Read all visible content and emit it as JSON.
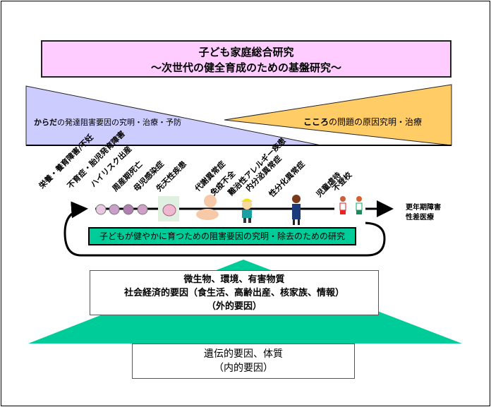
{
  "title": {
    "line1": "子ども家庭総合研究",
    "line2": "～次世代の健全育成のための基盤研究～"
  },
  "body_section": {
    "bold": "からだ",
    "rest": "の発達阻害要因の究明・治療・予防"
  },
  "mind_section": {
    "bold": "こころ",
    "rest": "の問題の原因究明・治療"
  },
  "conditions": [
    "栄養・養育障害/不妊",
    "不育症・胎児発育障害",
    "ハイリスク出産",
    "周産期死亡",
    "母児感染症",
    "先天性疾患",
    "代謝異常症",
    "免疫不全",
    "難治性アレルギー疾患",
    "内分泌異常症",
    "性分化異常症",
    "児童虐待",
    "不登校"
  ],
  "adult_topics": [
    "更年期障害",
    "性差医療"
  ],
  "research_banner": "子どもが健やかに育つための阻害要因の究明・除去のための研究",
  "external": {
    "line1": "微生物、環境、有害物質",
    "line2": "社会経済的要因（食生活、高齢出産、核家族、情報）",
    "line3": "（外的要因）"
  },
  "internal": {
    "line1": "遺伝的要因、体質",
    "line2": "（内的要因）"
  },
  "colors": {
    "title_bg": "#ffccff",
    "body": "#ccccff",
    "mind": "#ffcc66",
    "banner": "#00cc99"
  }
}
